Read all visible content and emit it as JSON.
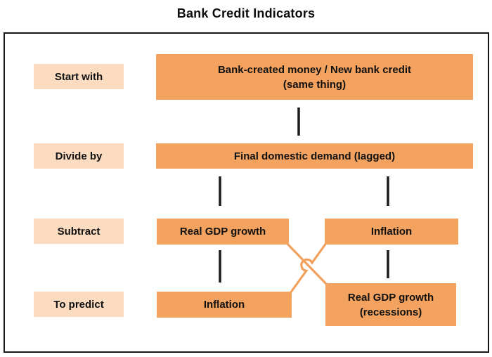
{
  "title": "Bank Credit Indicators",
  "colors": {
    "box_orange": "#F3A35F",
    "label_peach": "#FBDCC1",
    "text": "#111111",
    "connector_dark": "#1a1a1a",
    "connector_orange": "#F2A05C",
    "frame_border": "#161616"
  },
  "rows": {
    "start": {
      "label": "Start with",
      "box_line1": "Bank-created money / New bank credit",
      "box_line2": "(same thing)"
    },
    "divide": {
      "label": "Divide by",
      "box": "Final domestic demand (lagged)"
    },
    "subtract": {
      "label": "Subtract",
      "left": "Real GDP growth",
      "right": "Inflation"
    },
    "predict": {
      "label": "To predict",
      "left": "Inflation",
      "right_line1": "Real GDP growth",
      "right_line2": "(recessions)"
    }
  }
}
